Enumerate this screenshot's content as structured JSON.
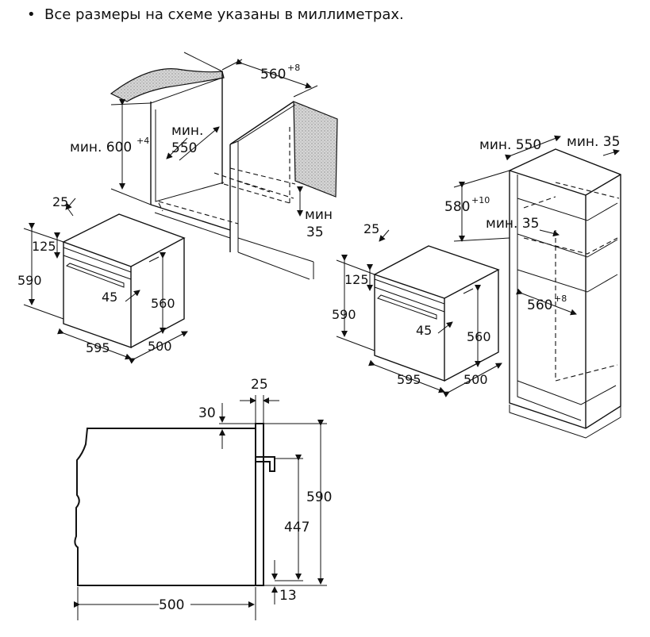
{
  "note": "Все размеры на схеме указаны в миллиметрах.",
  "diagram1": {
    "w": "560",
    "w_tol": "+8",
    "h_label": "мин. 600",
    "h_tol": "+4",
    "depth_1": "мин.",
    "depth_2": "550",
    "gap_1": "мин",
    "gap_2": "35",
    "oven": {
      "top": "25",
      "panel": "125",
      "height": "590",
      "handle": "45",
      "inner": "560",
      "width": "595",
      "depth": "500"
    }
  },
  "diagram2": {
    "depth_label": "мин. 550",
    "side_label": "мин. 35",
    "h": "580",
    "h_tol": "+10",
    "gap_label": "мин. 35",
    "w": "560",
    "w_tol": "+8",
    "oven": {
      "top": "25",
      "panel": "125",
      "height": "590",
      "handle": "45",
      "inner": "560",
      "width": "595",
      "depth": "500"
    }
  },
  "side": {
    "front": "25",
    "top": "30",
    "height": "590",
    "inner": "447",
    "bottom": "13",
    "depth": "500"
  }
}
